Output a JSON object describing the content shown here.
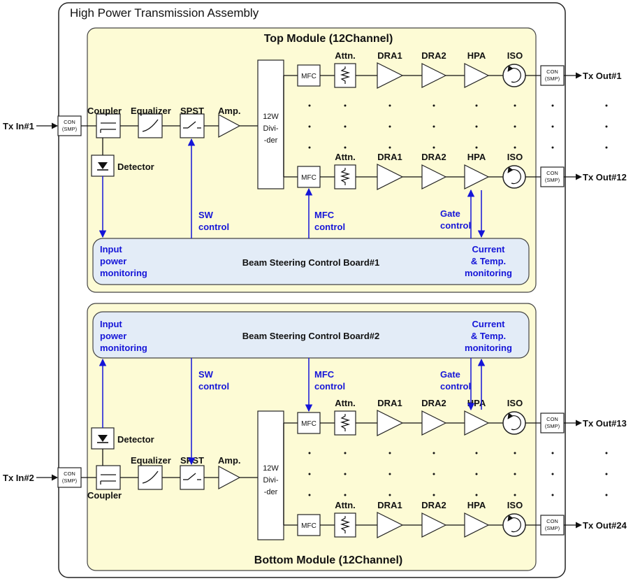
{
  "assembly_title": "High Power Transmission Assembly",
  "top_module": {
    "title": "Top Module (12Channel)",
    "tx_in": "Tx In#1",
    "out_first": "Tx Out#1",
    "out_last": "Tx Out#12",
    "board": "Beam Steering Control Board#1"
  },
  "bottom_module": {
    "title": "Bottom Module (12Channel)",
    "tx_in": "Tx In#2",
    "out_first": "Tx Out#13",
    "out_last": "Tx Out#24",
    "board": "Beam Steering Control Board#2"
  },
  "labels": {
    "coupler": "Coupler",
    "equalizer": "Equalizer",
    "spst": "SPST",
    "amp": "Amp.",
    "detector": "Detector",
    "divider": [
      "12W",
      "Divi-",
      "-der"
    ],
    "mfc": "MFC",
    "attn": "Attn.",
    "dra1": "DRA1",
    "dra2": "DRA2",
    "hpa": "HPA",
    "iso": "ISO",
    "con": [
      "CON",
      "(SMP)"
    ]
  },
  "control": {
    "input_monitoring": [
      "Input",
      "power",
      "monitoring"
    ],
    "sw": [
      "SW",
      "control"
    ],
    "mfc": [
      "MFC",
      "control"
    ],
    "gate": [
      "Gate",
      "control"
    ],
    "current": [
      "Current",
      "& Temp.",
      "monitoring"
    ]
  },
  "colors": {
    "module_fill": "#fdfbd5",
    "board_fill": "#e3ecf7",
    "control_blue": "#1515d8",
    "line": "#111111"
  }
}
